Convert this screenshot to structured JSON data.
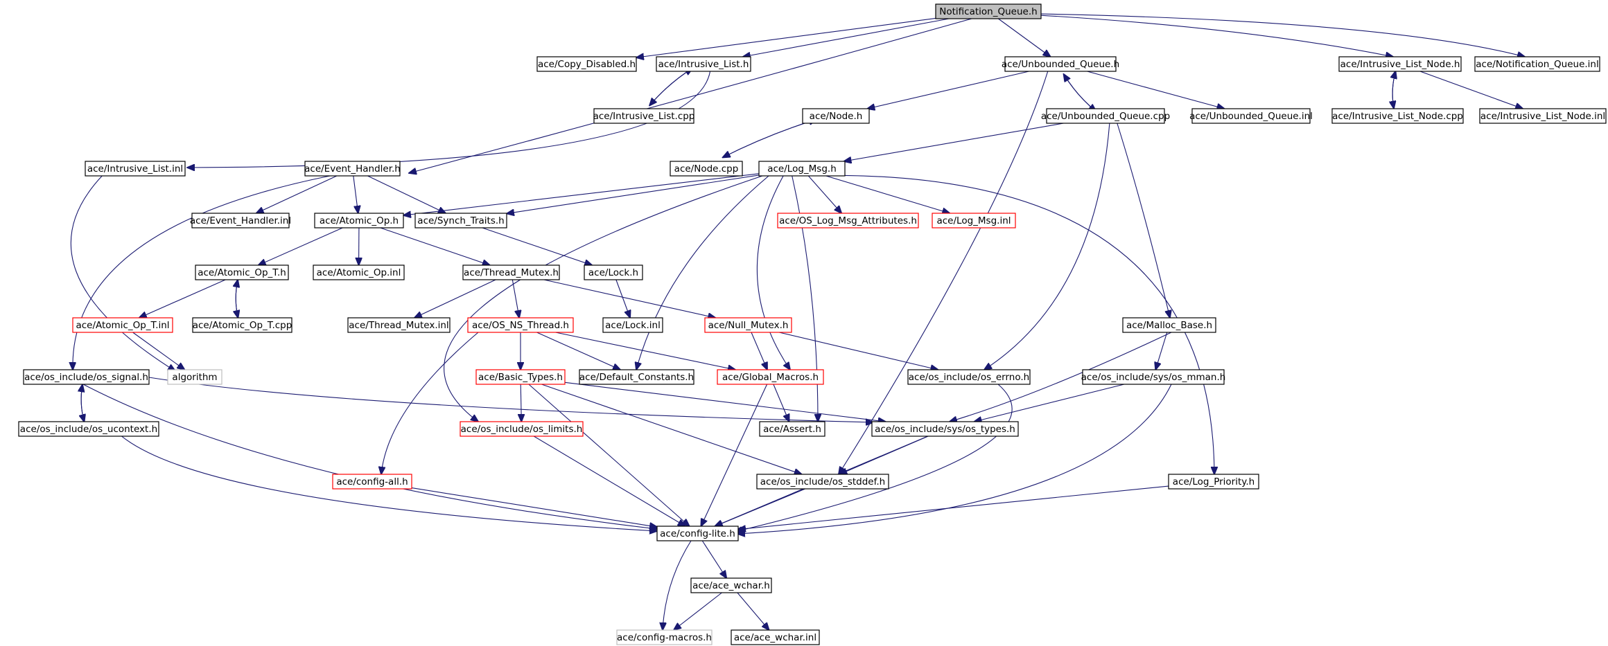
{
  "diagram": {
    "nodes": [
      {
        "id": "nq_h",
        "label": "Notification_Queue.h",
        "style": "root"
      },
      {
        "id": "copy_dis",
        "label": "ace/Copy_Disabled.h",
        "style": "normal"
      },
      {
        "id": "ilist_h",
        "label": "ace/Intrusive_List.h",
        "style": "normal"
      },
      {
        "id": "ilist_cpp",
        "label": "ace/Intrusive_List.cpp",
        "style": "normal"
      },
      {
        "id": "ilist_inl",
        "label": "ace/Intrusive_List.inl",
        "style": "normal"
      },
      {
        "id": "evh_h",
        "label": "ace/Event_Handler.h",
        "style": "normal"
      },
      {
        "id": "evh_inl",
        "label": "ace/Event_Handler.inl",
        "style": "normal"
      },
      {
        "id": "atom_h",
        "label": "ace/Atomic_Op.h",
        "style": "normal"
      },
      {
        "id": "atom_inl",
        "label": "ace/Atomic_Op.inl",
        "style": "normal"
      },
      {
        "id": "atomt_h",
        "label": "ace/Atomic_Op_T.h",
        "style": "normal"
      },
      {
        "id": "atomt_inl",
        "label": "ace/Atomic_Op_T.inl",
        "style": "truncated"
      },
      {
        "id": "atomt_cpp",
        "label": "ace/Atomic_Op_T.cpp",
        "style": "normal"
      },
      {
        "id": "algorithm",
        "label": "algorithm",
        "style": "external"
      },
      {
        "id": "synch",
        "label": "ace/Synch_Traits.h",
        "style": "normal"
      },
      {
        "id": "lock_h",
        "label": "ace/Lock.h",
        "style": "normal"
      },
      {
        "id": "lock_inl",
        "label": "ace/Lock.inl",
        "style": "normal"
      },
      {
        "id": "tmutex_h",
        "label": "ace/Thread_Mutex.h",
        "style": "normal"
      },
      {
        "id": "tmutex_inl",
        "label": "ace/Thread_Mutex.inl",
        "style": "normal"
      },
      {
        "id": "osnt_h",
        "label": "ace/OS_NS_Thread.h",
        "style": "truncated"
      },
      {
        "id": "nmutex_h",
        "label": "ace/Null_Mutex.h",
        "style": "truncated"
      },
      {
        "id": "basic",
        "label": "ace/Basic_Types.h",
        "style": "truncated"
      },
      {
        "id": "defconst",
        "label": "ace/Default_Constants.h",
        "style": "normal"
      },
      {
        "id": "globmac",
        "label": "ace/Global_Macros.h",
        "style": "truncated"
      },
      {
        "id": "assert",
        "label": "ace/Assert.h",
        "style": "normal"
      },
      {
        "id": "oslimits",
        "label": "ace/os_include/os_limits.h",
        "style": "truncated"
      },
      {
        "id": "configall",
        "label": "ace/config-all.h",
        "style": "truncated"
      },
      {
        "id": "signal",
        "label": "ace/os_include/os_signal.h",
        "style": "normal"
      },
      {
        "id": "ucontext",
        "label": "ace/os_include/os_ucontext.h",
        "style": "normal"
      },
      {
        "id": "configlite",
        "label": "ace/config-lite.h",
        "style": "normal"
      },
      {
        "id": "acewchar_h",
        "label": "ace/ace_wchar.h",
        "style": "normal"
      },
      {
        "id": "configmac",
        "label": "ace/config-macros.h",
        "style": "external"
      },
      {
        "id": "acewchar_inl",
        "label": "ace/ace_wchar.inl",
        "style": "normal"
      },
      {
        "id": "ubq_h",
        "label": "ace/Unbounded_Queue.h",
        "style": "normal"
      },
      {
        "id": "ubq_cpp",
        "label": "ace/Unbounded_Queue.cpp",
        "style": "normal"
      },
      {
        "id": "ubq_inl",
        "label": "ace/Unbounded_Queue.inl",
        "style": "normal"
      },
      {
        "id": "node_h",
        "label": "ace/Node.h",
        "style": "normal"
      },
      {
        "id": "node_cpp",
        "label": "ace/Node.cpp",
        "style": "normal"
      },
      {
        "id": "logmsg_h",
        "label": "ace/Log_Msg.h",
        "style": "normal"
      },
      {
        "id": "oslogattr",
        "label": "ace/OS_Log_Msg_Attributes.h",
        "style": "truncated"
      },
      {
        "id": "logmsg_inl",
        "label": "ace/Log_Msg.inl",
        "style": "truncated"
      },
      {
        "id": "oserrno",
        "label": "ace/os_include/os_errno.h",
        "style": "normal"
      },
      {
        "id": "ostypes",
        "label": "ace/os_include/sys/os_types.h",
        "style": "normal"
      },
      {
        "id": "osstddef",
        "label": "ace/os_include/os_stddef.h",
        "style": "normal"
      },
      {
        "id": "malloc",
        "label": "ace/Malloc_Base.h",
        "style": "normal"
      },
      {
        "id": "osmman",
        "label": "ace/os_include/sys/os_mman.h",
        "style": "normal"
      },
      {
        "id": "logprio",
        "label": "ace/Log_Priority.h",
        "style": "normal"
      },
      {
        "id": "iln_h",
        "label": "ace/Intrusive_List_Node.h",
        "style": "normal"
      },
      {
        "id": "iln_cpp",
        "label": "ace/Intrusive_List_Node.cpp",
        "style": "normal"
      },
      {
        "id": "iln_inl",
        "label": "ace/Intrusive_List_Node.inl",
        "style": "normal"
      },
      {
        "id": "nq_inl",
        "label": "ace/Notification_Queue.inl",
        "style": "normal"
      }
    ],
    "edges": [
      [
        "nq_h",
        "copy_dis"
      ],
      [
        "nq_h",
        "ilist_h"
      ],
      [
        "nq_h",
        "ubq_h"
      ],
      [
        "nq_h",
        "iln_h"
      ],
      [
        "nq_h",
        "nq_inl"
      ],
      [
        "nq_h",
        "evh_h"
      ],
      [
        "ilist_h",
        "ilist_cpp"
      ],
      [
        "ilist_cpp",
        "ilist_h"
      ],
      [
        "ilist_h",
        "ilist_inl"
      ],
      [
        "ilist_inl",
        "algorithm"
      ],
      [
        "evh_h",
        "evh_inl"
      ],
      [
        "evh_h",
        "atom_h"
      ],
      [
        "evh_h",
        "synch"
      ],
      [
        "evh_h",
        "signal"
      ],
      [
        "atom_h",
        "atomt_h"
      ],
      [
        "atom_h",
        "atom_inl"
      ],
      [
        "atom_h",
        "tmutex_h"
      ],
      [
        "atomt_h",
        "atomt_inl"
      ],
      [
        "atomt_h",
        "atomt_cpp"
      ],
      [
        "atomt_cpp",
        "atomt_h"
      ],
      [
        "atomt_inl",
        "algorithm"
      ],
      [
        "synch",
        "lock_h"
      ],
      [
        "lock_h",
        "lock_inl"
      ],
      [
        "tmutex_h",
        "tmutex_inl"
      ],
      [
        "tmutex_h",
        "osnt_h"
      ],
      [
        "tmutex_h",
        "nmutex_h"
      ],
      [
        "osnt_h",
        "basic"
      ],
      [
        "osnt_h",
        "defconst"
      ],
      [
        "osnt_h",
        "globmac"
      ],
      [
        "osnt_h",
        "configall"
      ],
      [
        "nmutex_h",
        "globmac"
      ],
      [
        "nmutex_h",
        "oserrno"
      ],
      [
        "basic",
        "oslimits"
      ],
      [
        "basic",
        "ostypes"
      ],
      [
        "basic",
        "osstddef"
      ],
      [
        "basic",
        "configlite"
      ],
      [
        "globmac",
        "assert"
      ],
      [
        "globmac",
        "configlite"
      ],
      [
        "signal",
        "ucontext"
      ],
      [
        "ucontext",
        "signal"
      ],
      [
        "signal",
        "ostypes"
      ],
      [
        "signal",
        "configlite"
      ],
      [
        "ucontext",
        "configlite"
      ],
      [
        "configall",
        "configlite"
      ],
      [
        "oslimits",
        "configlite"
      ],
      [
        "configlite",
        "acewchar_h"
      ],
      [
        "configlite",
        "configmac"
      ],
      [
        "acewchar_h",
        "configmac"
      ],
      [
        "acewchar_h",
        "acewchar_inl"
      ],
      [
        "ubq_h",
        "node_h"
      ],
      [
        "ubq_h",
        "ubq_cpp"
      ],
      [
        "ubq_cpp",
        "ubq_h"
      ],
      [
        "ubq_h",
        "ubq_inl"
      ],
      [
        "ubq_h",
        "osstddef"
      ],
      [
        "node_h",
        "node_cpp"
      ],
      [
        "node_cpp",
        "node_h"
      ],
      [
        "ubq_cpp",
        "logmsg_h"
      ],
      [
        "ubq_cpp",
        "malloc"
      ],
      [
        "ubq_cpp",
        "oserrno"
      ],
      [
        "logmsg_h",
        "atom_h"
      ],
      [
        "logmsg_h",
        "synch"
      ],
      [
        "logmsg_h",
        "oslogattr"
      ],
      [
        "logmsg_h",
        "logmsg_inl"
      ],
      [
        "logmsg_h",
        "defconst"
      ],
      [
        "logmsg_h",
        "globmac"
      ],
      [
        "logmsg_h",
        "assert"
      ],
      [
        "logmsg_h",
        "oslimits"
      ],
      [
        "logmsg_h",
        "logprio"
      ],
      [
        "oserrno",
        "configlite"
      ],
      [
        "ostypes",
        "osstddef"
      ],
      [
        "ostypes",
        "configlite"
      ],
      [
        "osstddef",
        "configlite"
      ],
      [
        "malloc",
        "osmman"
      ],
      [
        "malloc",
        "ostypes"
      ],
      [
        "osmman",
        "ostypes"
      ],
      [
        "osmman",
        "configlite"
      ],
      [
        "logprio",
        "configlite"
      ],
      [
        "iln_h",
        "iln_cpp"
      ],
      [
        "iln_cpp",
        "iln_h"
      ],
      [
        "iln_h",
        "iln_inl"
      ]
    ],
    "colors": {
      "edge": "#191970",
      "root_fill": "#bfbfbf",
      "normal_border": "#000000",
      "truncated_border": "#ff0000",
      "external_border": "#bfbfbf"
    }
  }
}
